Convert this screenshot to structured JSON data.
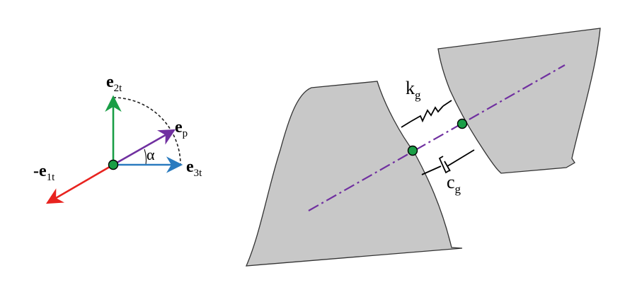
{
  "coordinate_frame": {
    "labels": {
      "e2t": {
        "main": "e",
        "sub": "2t"
      },
      "ep": {
        "main": "e",
        "sub": "p"
      },
      "e3t": {
        "main": "e",
        "sub": "3t"
      },
      "neg_e1t": {
        "prefix": "-",
        "main": "e",
        "sub": "1t"
      },
      "alpha": "α"
    },
    "colors": {
      "e1t": "#e8231f",
      "e2t": "#1a9e46",
      "e3t": "#2a7bbf",
      "ep": "#7030a0",
      "origin": "#1a9e46"
    }
  },
  "gear_contact": {
    "labels": {
      "kg": {
        "main": "k",
        "sub": "g"
      },
      "cg": {
        "main": "c",
        "sub": "g"
      }
    },
    "colors": {
      "tooth_fill": "#c8c8c8",
      "tooth_stroke": "#333333",
      "line_of_action": "#7030a0",
      "contact_point": "#1a9e46"
    }
  }
}
